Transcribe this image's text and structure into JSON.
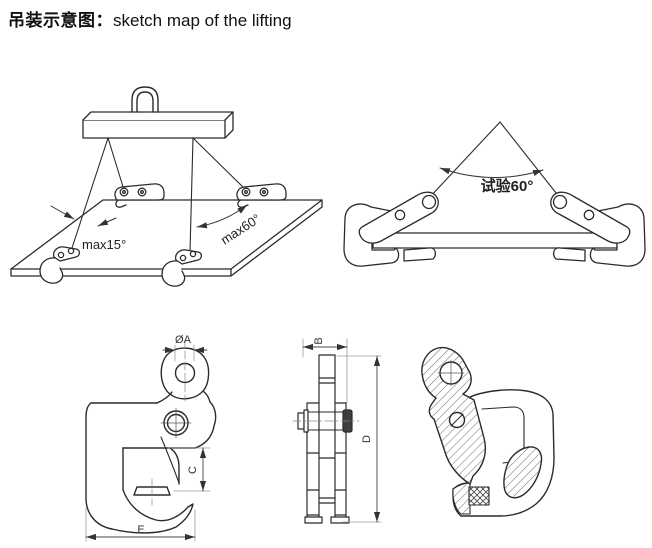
{
  "title": {
    "zh": "吊装示意图：",
    "en": "sketch map of the lifting"
  },
  "colors": {
    "line": "#2b2b2b",
    "dimension": "#444444",
    "extension": "#9b9b9b",
    "background": "#ffffff",
    "nut_fill": "#3f3f3f"
  },
  "beam_sketch": {
    "angle_tilt": "max15°",
    "angle_sling": "max60°"
  },
  "test_sketch": {
    "angle_test": "试验60°"
  },
  "dimensions": {
    "hole_diameter": "ØA",
    "body_width": "B",
    "jaw_opening": "C",
    "overall_height": "D",
    "overall_width": "E"
  }
}
